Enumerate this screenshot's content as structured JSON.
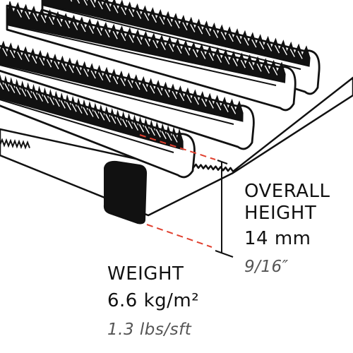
{
  "colors": {
    "ink": "#111111",
    "accent": "#e0402f",
    "muted_text": "#555555",
    "background": "#ffffff"
  },
  "icons": [
    "rubber-mat-cross-section-illustration"
  ],
  "overall_height": {
    "title_line1": "OVERALL",
    "title_line2": "HEIGHT",
    "metric": "14 mm",
    "imperial": "9/16″"
  },
  "weight": {
    "title": "WEIGHT",
    "metric": "6.6 kg/m²",
    "imperial": "1.3 lbs/sft"
  }
}
